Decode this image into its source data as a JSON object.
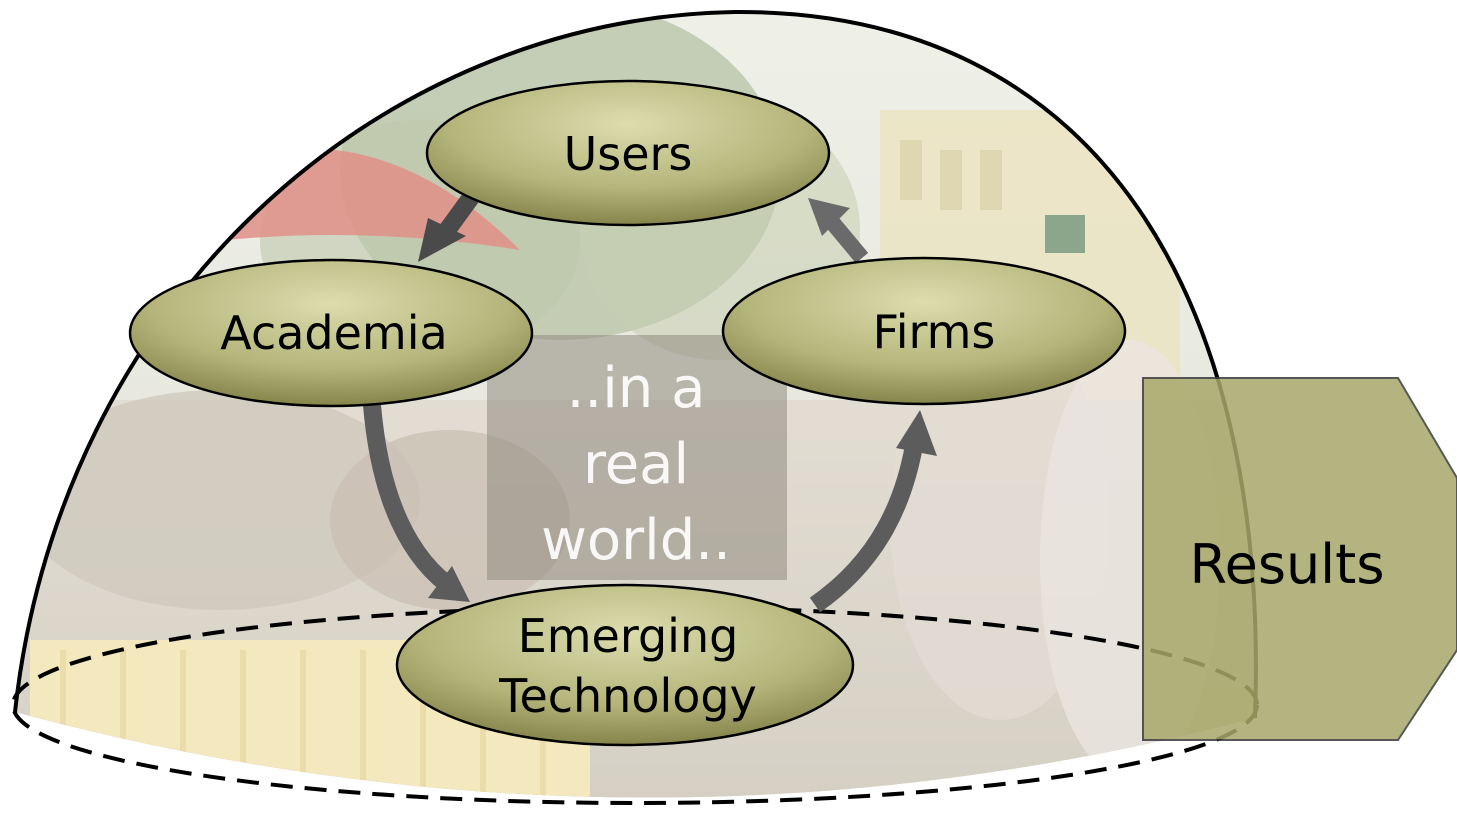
{
  "diagram": {
    "nodes": {
      "users": "Users",
      "academia": "Academia",
      "firms": "Firms",
      "emerging_line1": "Emerging",
      "emerging_line2": "Technology"
    },
    "center_label": {
      "line1": "..in a",
      "line2": "real",
      "line3": "world.."
    },
    "results_label": "Results"
  },
  "colors": {
    "node_fill_light": "#cfcf98",
    "node_fill_dark": "#8a8a4a",
    "arrow": "#5c5c5c",
    "dome_stroke": "#000000",
    "results_fill": "#a8a86a"
  }
}
